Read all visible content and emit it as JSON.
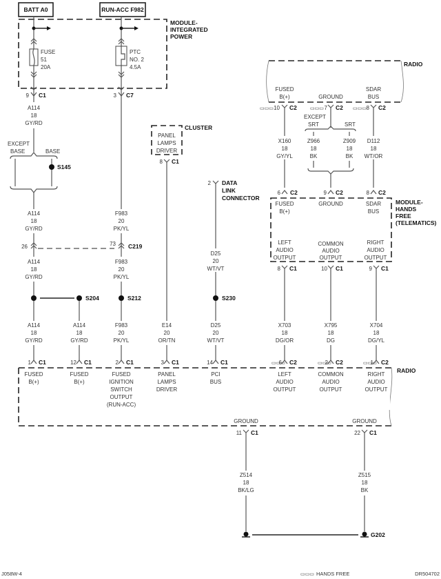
{
  "diagram": {
    "figure_id": "J058W-4",
    "drawing_id": "DR504702",
    "legend": {
      "symbol": "▭▭▭",
      "label": "HANDS FREE"
    },
    "power_sources": [
      {
        "label": "BATT A0"
      },
      {
        "label": "RUN-ACC F982"
      }
    ],
    "modules": {
      "ipm": {
        "name_lines": [
          "MODULE-",
          "INTEGRATED",
          "POWER"
        ],
        "fuse": [
          "FUSE",
          "51",
          "20A"
        ],
        "ptc": [
          "PTC",
          "NO. 2",
          "4.5A"
        ]
      },
      "cluster": {
        "name": "CLUSTER",
        "pin_lines": [
          "PANEL",
          "LAMPS",
          "DRIVER"
        ]
      },
      "dlc": {
        "name_lines": [
          "DATA",
          "LINK",
          "CONNECTOR"
        ],
        "pin": "2"
      },
      "radio_top": {
        "name": "RADIO",
        "pins": [
          {
            "lines": [
              "FUSED",
              "B(+)"
            ],
            "pin": "10",
            "conn": "C2"
          },
          {
            "lines": [
              "GROUND"
            ],
            "pin": "7",
            "conn": "C2"
          },
          {
            "lines": [
              "SDAR",
              "BUS"
            ],
            "pin": "8",
            "conn": "C2"
          }
        ]
      },
      "hfm": {
        "name_lines": [
          "MODULE-",
          "HANDS",
          "FREE",
          "(TELEMATICS)"
        ],
        "top_pins": [
          {
            "lines": [
              "FUSED",
              "B(+)"
            ],
            "pin": "6",
            "conn": "C2"
          },
          {
            "lines": [
              "GROUND"
            ],
            "pin": "9",
            "conn": "C2"
          },
          {
            "lines": [
              "SDAR",
              "BUS"
            ],
            "pin": "8",
            "conn": "C2"
          }
        ],
        "bottom_pins": [
          {
            "lines": [
              "LEFT",
              "AUDIO",
              "OUTPUT"
            ],
            "pin": "8",
            "conn": "C1"
          },
          {
            "lines": [
              "COMMON",
              "AUDIO",
              "OUTPUT"
            ],
            "pin": "10",
            "conn": "C1"
          },
          {
            "lines": [
              "RIGHT",
              "AUDIO",
              "OUTPUT"
            ],
            "pin": "9",
            "conn": "C1"
          }
        ]
      },
      "radio_bottom": {
        "name": "RADIO",
        "pins": [
          {
            "lines": [
              "FUSED",
              "B(+)"
            ],
            "pin": "1",
            "conn": "C1"
          },
          {
            "lines": [
              "FUSED",
              "B(+)"
            ],
            "pin": "12",
            "conn": "C1"
          },
          {
            "lines": [
              "FUSED",
              "IGNITION",
              "SWITCH",
              "OUTPUT",
              "(RUN-ACC)"
            ],
            "pin": "2",
            "conn": "C1"
          },
          {
            "lines": [
              "PANEL",
              "LAMPS",
              "DRIVER"
            ],
            "pin": "3",
            "conn": "C1"
          },
          {
            "lines": [
              "PCI",
              "BUS"
            ],
            "pin": "14",
            "conn": "C1"
          },
          {
            "lines": [
              "LEFT",
              "AUDIO",
              "OUTPUT"
            ],
            "pin": "6",
            "conn": "C2"
          },
          {
            "lines": [
              "COMMON",
              "AUDIO",
              "OUTPUT"
            ],
            "pin": "2",
            "conn": "C2"
          },
          {
            "lines": [
              "RIGHT",
              "AUDIO",
              "OUTPUT"
            ],
            "pin": "1",
            "conn": "C2"
          }
        ],
        "ground_pins": [
          {
            "label": "GROUND",
            "pin": "11",
            "conn": "C1"
          },
          {
            "label": "GROUND",
            "pin": "22",
            "conn": "C1"
          }
        ]
      }
    },
    "connectors": {
      "ipm_c1": {
        "pin": "9",
        "conn": "C1"
      },
      "ipm_c7": {
        "pin": "3",
        "conn": "C7"
      },
      "cluster_c1": {
        "pin": "8",
        "conn": "C1"
      },
      "c219": {
        "name": "C219",
        "pin_left": "26",
        "pin_right": "73"
      }
    },
    "splices": [
      "S145",
      "S204",
      "S212",
      "S230"
    ],
    "ground": "G202",
    "options": {
      "except_base": "EXCEPT\nBASE",
      "base": "BASE",
      "except_srt": "EXCEPT\nSRT",
      "srt": "SRT"
    },
    "wires": {
      "a114_1": [
        "A114",
        "18",
        "GY/RD"
      ],
      "a114_2": [
        "A114",
        "18",
        "GY/RD"
      ],
      "a114_3": [
        "A114",
        "18",
        "GY/RD"
      ],
      "a114_4": [
        "A114",
        "18",
        "GY/RD"
      ],
      "a114_5": [
        "A114",
        "18",
        "GY/RD"
      ],
      "f983_1": [
        "F983",
        "20",
        "PK/YL"
      ],
      "f983_2": [
        "F983",
        "20",
        "PK/YL"
      ],
      "f983_3": [
        "F983",
        "20",
        "PK/YL"
      ],
      "e14": [
        "E14",
        "20",
        "OR/TN"
      ],
      "d25_1": [
        "D25",
        "20",
        "WT/VT"
      ],
      "d25_2": [
        "D25",
        "20",
        "WT/VT"
      ],
      "x160": [
        "X160",
        "18",
        "GY/YL"
      ],
      "z966": [
        "Z966",
        "18",
        "BK"
      ],
      "z909": [
        "Z909",
        "18",
        "BK"
      ],
      "d112": [
        "D112",
        "18",
        "WT/OR"
      ],
      "x703": [
        "X703",
        "18",
        "DG/OR"
      ],
      "x795": [
        "X795",
        "18",
        "DG"
      ],
      "x704": [
        "X704",
        "18",
        "DG/YL"
      ],
      "z514": [
        "Z514",
        "18",
        "BK/LG"
      ],
      "z515": [
        "Z515",
        "18",
        "BK"
      ]
    }
  }
}
